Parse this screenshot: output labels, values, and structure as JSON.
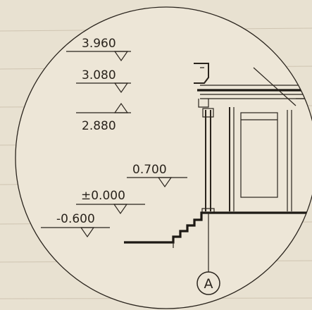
{
  "diagram": {
    "elevation_marks": [
      {
        "label": "3.960"
      },
      {
        "label": "3.080"
      },
      {
        "label": "2.880"
      },
      {
        "label": "0.700"
      },
      {
        "label": "±0.000"
      },
      {
        "label": "-0.600"
      }
    ],
    "grid_axis": {
      "label": "A"
    }
  },
  "colors": {
    "paper": "#eae3d4",
    "ink": "#2a241d",
    "faint_text": "#b9ad98"
  }
}
